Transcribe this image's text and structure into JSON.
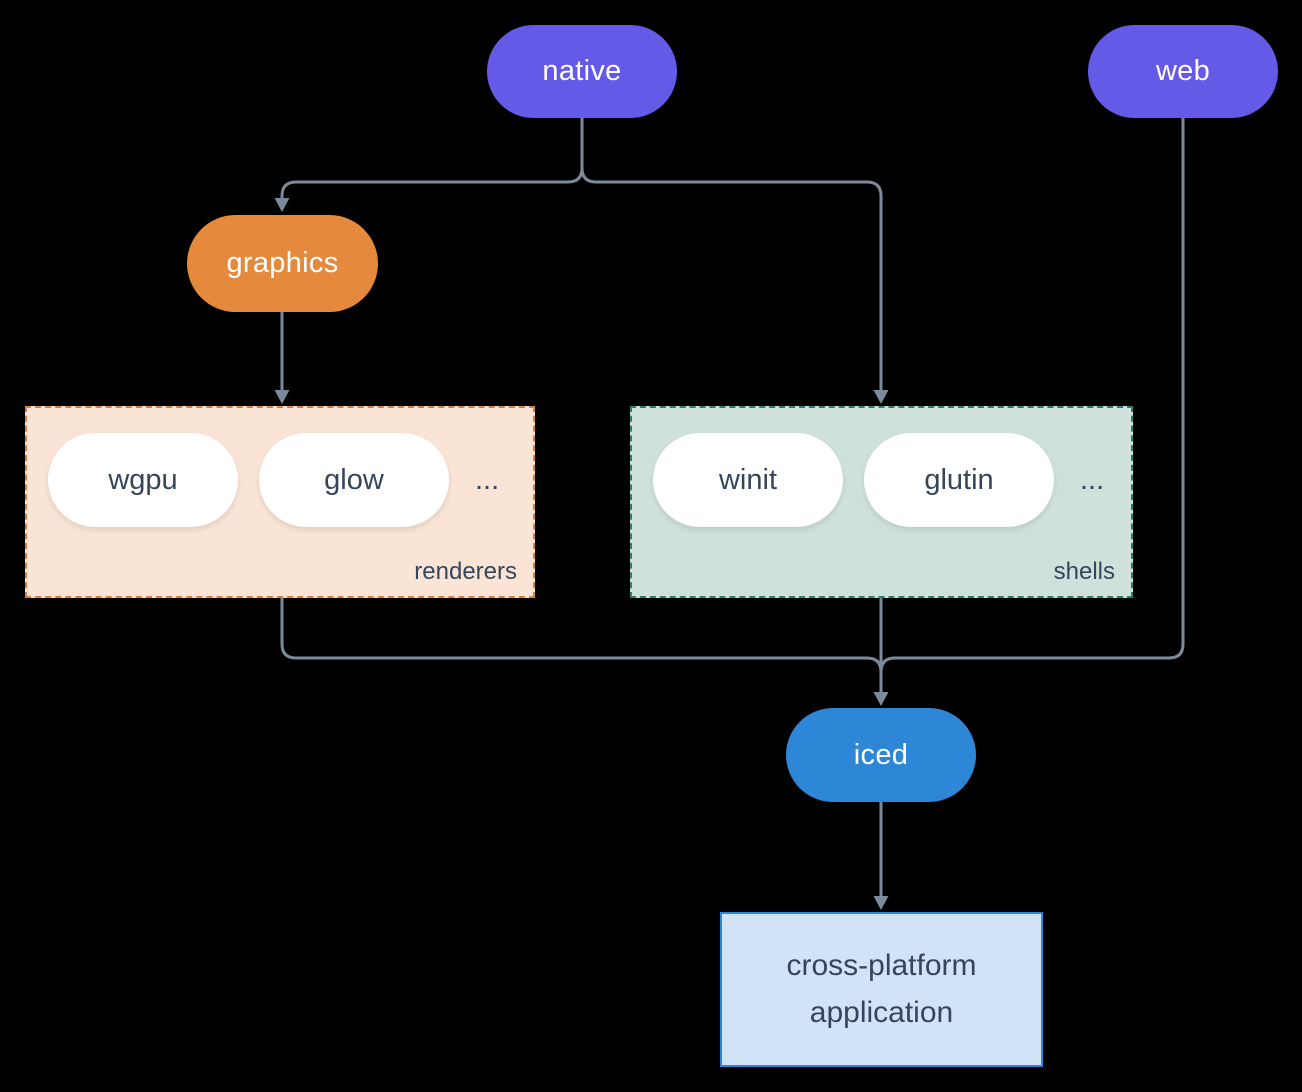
{
  "diagram": {
    "background_color": "#000000",
    "connector_color": "#7c8b9b",
    "text_dark_color": "#36465a",
    "nodes": {
      "native": {
        "label": "native",
        "fill": "#6559e8",
        "text_color": "#ffffff"
      },
      "web": {
        "label": "web",
        "fill": "#6559e8",
        "text_color": "#ffffff"
      },
      "graphics": {
        "label": "graphics",
        "fill": "#e5893c",
        "text_color": "#ffffff"
      },
      "iced": {
        "label": "iced",
        "fill": "#2e87d6",
        "text_color": "#ffffff"
      },
      "application": {
        "lines": [
          "cross-platform",
          "application"
        ],
        "fill": "#d1e3f6",
        "border_color": "#2e86d8",
        "text_color": "#36465a"
      }
    },
    "groups": {
      "renderers": {
        "label": "renderers",
        "items": [
          "wgpu",
          "glow"
        ],
        "ellipsis": "...",
        "fill": "#fae4d5",
        "border_color": "#d9803f"
      },
      "shells": {
        "label": "shells",
        "items": [
          "winit",
          "glutin"
        ],
        "ellipsis": "...",
        "fill": "#cfe1db",
        "border_color": "#2f7d6d"
      }
    },
    "edges": [
      {
        "from": "native",
        "to": "graphics"
      },
      {
        "from": "native",
        "to": "shells"
      },
      {
        "from": "graphics",
        "to": "renderers"
      },
      {
        "from": "renderers",
        "to": "iced"
      },
      {
        "from": "shells",
        "to": "iced"
      },
      {
        "from": "web",
        "to": "iced"
      },
      {
        "from": "iced",
        "to": "application"
      }
    ]
  }
}
